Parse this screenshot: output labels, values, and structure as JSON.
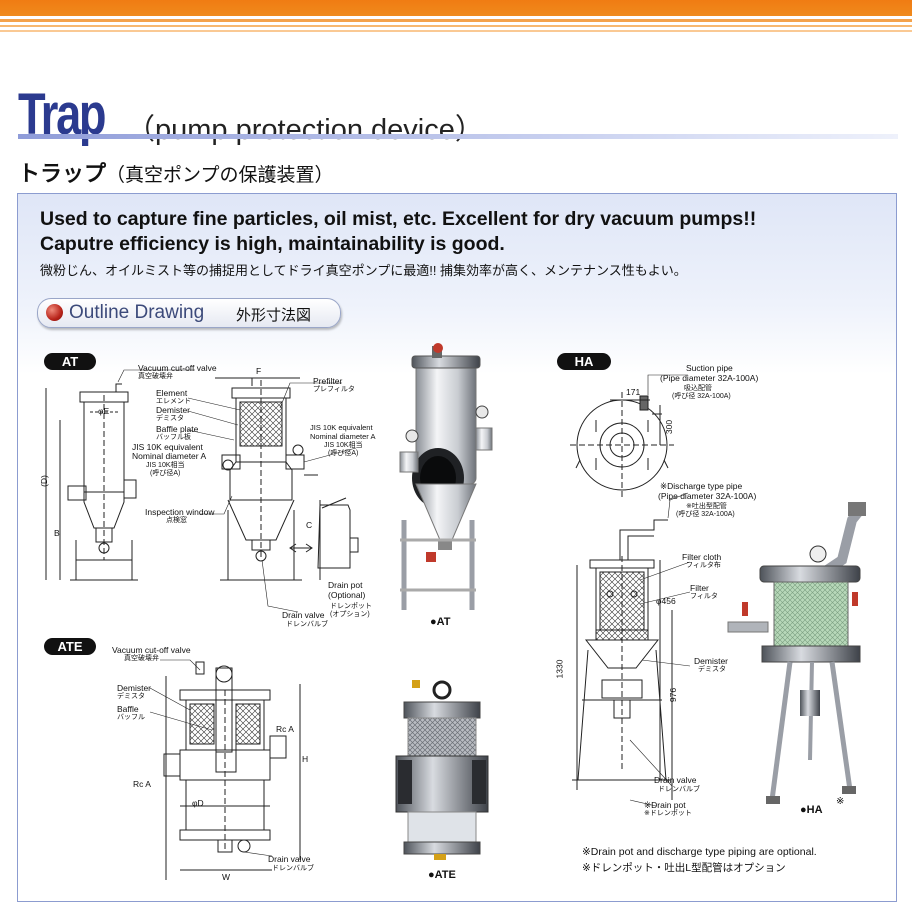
{
  "header": {
    "title": "Trap",
    "subtitle": "（pump protection device）",
    "title_jp": "トラップ",
    "subtitle_jp": "（真空ポンプの保護装置）"
  },
  "lead": {
    "line1": "Used to capture fine particles, oil mist, etc. Excellent for dry vacuum pumps!!",
    "line2": "Caputre efficiency is high, maintainability is good.",
    "jp": "微粉じん、オイルミスト等の捕捉用としてドライ真空ポンプに最適!!  捕集効率が高く、メンテナンス性もよい。"
  },
  "section": {
    "title": "Outline Drawing",
    "title_jp": "外形寸法図"
  },
  "models": {
    "at": {
      "tag": "AT",
      "photo_caption": "●AT",
      "labels": {
        "vacuum_valve": "Vacuum cut-off valve",
        "vacuum_valve_jp": "真空破壊弁",
        "element": "Element",
        "element_jp": "エレメント",
        "demister": "Demister",
        "demister_jp": "デミスタ",
        "baffle": "Baffle plate",
        "baffle_jp": "バッフル板",
        "jis_a": "JIS 10K equivalent",
        "jis_a2": "Nominal diameter A",
        "jis_a_jp": "JIS 10K相当",
        "jis_a_jp2": "(呼び径A)",
        "prefilter": "Prefilter",
        "prefilter_jp": "プレフィルタ",
        "jis_b": "JIS 10K equivalent",
        "jis_b2": "Nominal diameter A",
        "jis_b_jp": "JIS 10K相当",
        "jis_b_jp2": "(呼び径A)",
        "inspection": "Inspection window",
        "inspection_jp": "点検窓",
        "drain_pot": "Drain pot",
        "drain_pot2": "(Optional)",
        "drain_pot_jp": "ドレンポット",
        "drain_pot_jp2": "(オプション)",
        "drain_valve": "Drain valve",
        "drain_valve_jp": "ドレンバルブ",
        "dim_f": "F",
        "dim_e": "φE",
        "dim_d": "(D)",
        "dim_b": "B",
        "dim_c": "C"
      }
    },
    "ate": {
      "tag": "ATE",
      "photo_caption": "●ATE",
      "labels": {
        "vacuum_valve": "Vacuum cut-off valve",
        "vacuum_valve_jp": "真空破壊弁",
        "demister": "Demister",
        "demister_jp": "デミスタ",
        "baffle": "Baffle",
        "baffle_jp": "バッフル",
        "rc_a1": "Rc A",
        "rc_a2": "Rc A",
        "dim_d": "φD",
        "dim_h": "H",
        "dim_w": "W",
        "drain_valve": "Drain valve",
        "drain_valve_jp": "ドレンバルブ"
      }
    },
    "ha": {
      "tag": "HA",
      "photo_caption": "●HA",
      "photo_mark": "※",
      "labels": {
        "suction": "Suction pipe",
        "suction2": "(Pipe diameter 32A-100A)",
        "suction_jp": "吸込配管",
        "suction_jp2": "(呼び径 32A-100A)",
        "dim_171": "171",
        "dim_300": "300",
        "discharge": "※Discharge type pipe",
        "discharge2": "(Pipe diameter 32A-100A)",
        "discharge_jp": "※吐出型配管",
        "discharge_jp2": "(呼び径 32A-100A)",
        "filter_cloth": "Filter cloth",
        "filter_cloth_jp": "フィルタ布",
        "filter": "Filter",
        "filter_jp": "フィルタ",
        "dim_456": "φ456",
        "dim_1330": "1330",
        "dim_976": "976",
        "demister": "Demister",
        "demister_jp": "デミスタ",
        "drain_valve": "Drain valve",
        "drain_valve_jp": "ドレンバルブ",
        "drain_pot": "※Drain pot",
        "drain_pot_jp": "※ドレンポット"
      }
    }
  },
  "footnote": {
    "en": "※Drain pot and discharge type piping are optional.",
    "jp": "※ドレンポット・吐出L型配管はオプション"
  }
}
